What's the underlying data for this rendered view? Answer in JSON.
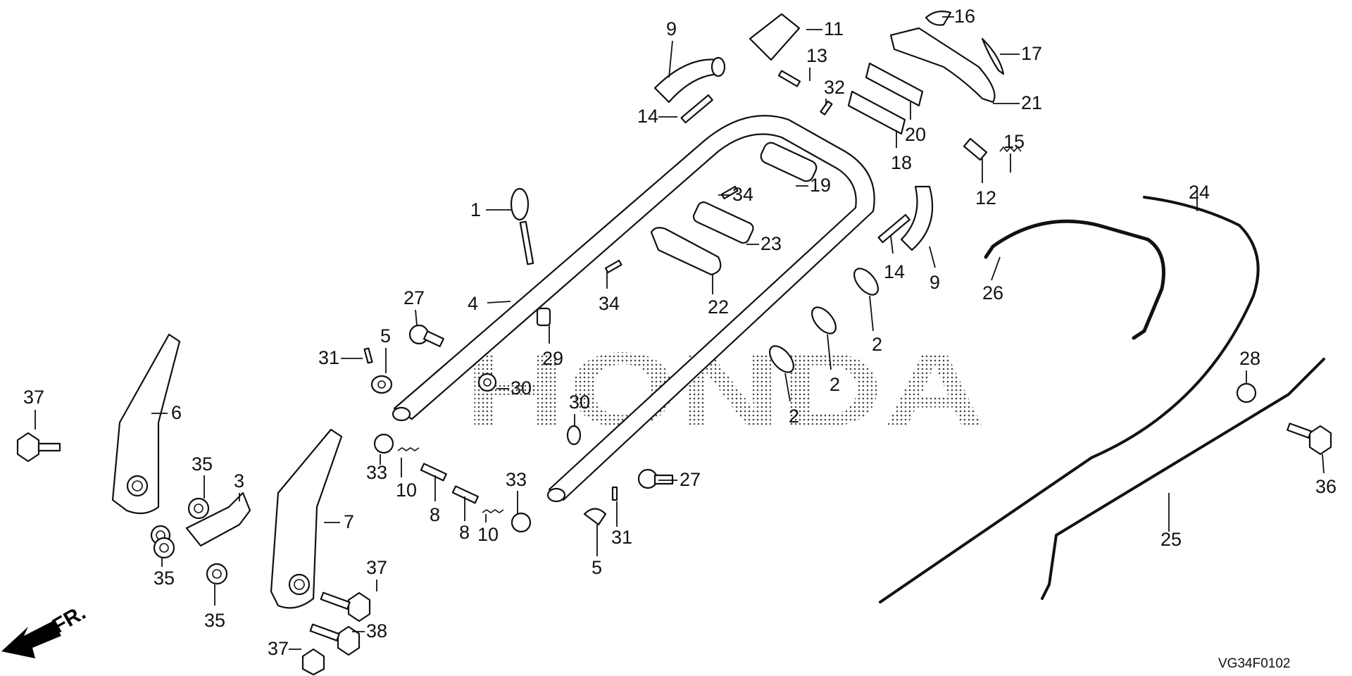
{
  "diagram": {
    "title": "Handle / Handle Pipe Parts",
    "brand_watermark": "HONDA",
    "diagram_code": "VG34F0102",
    "front_indicator": "FR.",
    "callouts": [
      {
        "id": "c1",
        "label": "1",
        "part": "eye-bolt"
      },
      {
        "id": "c2a",
        "label": "2",
        "part": "handle-knob"
      },
      {
        "id": "c2b",
        "label": "2",
        "part": "handle-knob"
      },
      {
        "id": "c2c",
        "label": "2",
        "part": "handle-knob"
      },
      {
        "id": "c3",
        "label": "3",
        "part": "bracket"
      },
      {
        "id": "c4a",
        "label": "4",
        "part": "handle-pipe"
      },
      {
        "id": "c4b",
        "label": "14",
        "part": "grip-sleeve-left"
      },
      {
        "id": "c5a",
        "label": "5",
        "part": "collar-left"
      },
      {
        "id": "c5b",
        "label": "5",
        "part": "collar-right"
      },
      {
        "id": "c6",
        "label": "6",
        "part": "handle-bracket-left"
      },
      {
        "id": "c7",
        "label": "7",
        "part": "handle-bracket-right"
      },
      {
        "id": "c8a",
        "label": "8",
        "part": "pin"
      },
      {
        "id": "c8b",
        "label": "8",
        "part": "pin"
      },
      {
        "id": "c9a",
        "label": "9",
        "part": "grip-left"
      },
      {
        "id": "c9b",
        "label": "9",
        "part": "grip-right"
      },
      {
        "id": "c10a",
        "label": "10",
        "part": "spring"
      },
      {
        "id": "c10b",
        "label": "10",
        "part": "spring"
      },
      {
        "id": "c11",
        "label": "11",
        "part": "lever-cover"
      },
      {
        "id": "c12",
        "label": "12",
        "part": "adjuster"
      },
      {
        "id": "c13",
        "label": "13",
        "part": "screw"
      },
      {
        "id": "c14",
        "label": "14",
        "part": "grip-sleeve-right"
      },
      {
        "id": "c15",
        "label": "15",
        "part": "spring"
      },
      {
        "id": "c16",
        "label": "16",
        "part": "cap"
      },
      {
        "id": "c17",
        "label": "17",
        "part": "plate"
      },
      {
        "id": "c18",
        "label": "18",
        "part": "lever-holder"
      },
      {
        "id": "c19",
        "label": "19",
        "part": "holder"
      },
      {
        "id": "c20",
        "label": "20",
        "part": "lever-base"
      },
      {
        "id": "c21",
        "label": "21",
        "part": "control-lever"
      },
      {
        "id": "c22",
        "label": "22",
        "part": "cover"
      },
      {
        "id": "c23",
        "label": "23",
        "part": "holder"
      },
      {
        "id": "c24",
        "label": "24",
        "part": "throttle-cable"
      },
      {
        "id": "c25",
        "label": "25",
        "part": "control-cable"
      },
      {
        "id": "c26",
        "label": "26",
        "part": "control-rod"
      },
      {
        "id": "c27a",
        "label": "27",
        "part": "bolt"
      },
      {
        "id": "c27b",
        "label": "27",
        "part": "bolt"
      },
      {
        "id": "c28",
        "label": "28",
        "part": "nut"
      },
      {
        "id": "c29",
        "label": "29",
        "part": "nut"
      },
      {
        "id": "c30a",
        "label": "30",
        "part": "washer"
      },
      {
        "id": "c30b",
        "label": "30",
        "part": "washer"
      },
      {
        "id": "c31a",
        "label": "31",
        "part": "pin"
      },
      {
        "id": "c31b",
        "label": "31",
        "part": "pin"
      },
      {
        "id": "c32",
        "label": "32",
        "part": "pin"
      },
      {
        "id": "c33a",
        "label": "33",
        "part": "collar"
      },
      {
        "id": "c33b",
        "label": "33",
        "part": "collar"
      },
      {
        "id": "c34a",
        "label": "34",
        "part": "screw"
      },
      {
        "id": "c34b",
        "label": "34",
        "part": "screw"
      },
      {
        "id": "c35a",
        "label": "35",
        "part": "nut"
      },
      {
        "id": "c35b",
        "label": "35",
        "part": "nut"
      },
      {
        "id": "c35c",
        "label": "35",
        "part": "nut"
      },
      {
        "id": "c36",
        "label": "36",
        "part": "bolt"
      },
      {
        "id": "c37a",
        "label": "37",
        "part": "bolt"
      },
      {
        "id": "c37b",
        "label": "37",
        "part": "bolt"
      },
      {
        "id": "c37c",
        "label": "37",
        "part": "bolt"
      },
      {
        "id": "c38",
        "label": "38",
        "part": "bolt"
      }
    ]
  }
}
